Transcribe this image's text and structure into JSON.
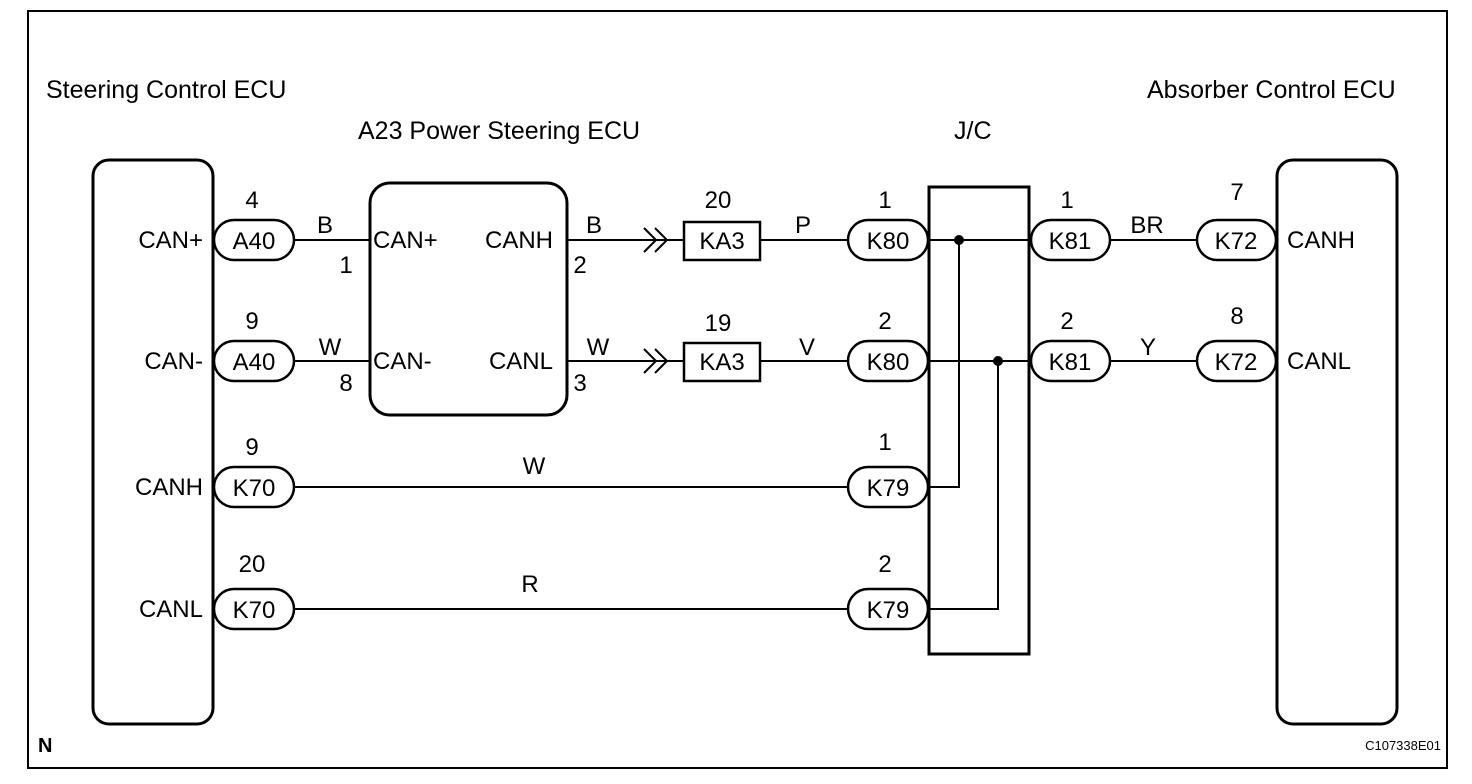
{
  "titles": {
    "steering_ecu": "Steering Control ECU",
    "power_steering_ecu": "A23 Power Steering ECU",
    "jc": "J/C",
    "absorber_ecu": "Absorber Control ECU"
  },
  "steering_pins": [
    "CAN+",
    "CAN-",
    "CANH",
    "CANL"
  ],
  "left_connectors": [
    {
      "pin": "4",
      "name": "A40"
    },
    {
      "pin": "9",
      "name": "A40"
    },
    {
      "pin": "9",
      "name": "K70"
    },
    {
      "pin": "20",
      "name": "K70"
    }
  ],
  "ps_ecu": {
    "pins_left": [
      "CAN+",
      "CAN-"
    ],
    "pins_right": [
      "CANH",
      "CANL"
    ],
    "pin_numbers_left": [
      "1",
      "8"
    ],
    "pin_numbers_right": [
      "2",
      "3"
    ]
  },
  "wire_colors": {
    "a40_1": "B",
    "a40_2": "W",
    "ps_out_1": "B",
    "ps_out_2": "W",
    "ka3_1": "P",
    "ka3_2": "V",
    "k70_1": "W",
    "k70_2": "R",
    "k81_1": "BR",
    "k81_2": "Y"
  },
  "ka3_connectors": [
    {
      "pin": "20",
      "name": "KA3"
    },
    {
      "pin": "19",
      "name": "KA3"
    }
  ],
  "k80_connectors": [
    {
      "pin": "1",
      "name": "K80"
    },
    {
      "pin": "2",
      "name": "K80"
    }
  ],
  "k79_connectors": [
    {
      "pin": "1",
      "name": "K79"
    },
    {
      "pin": "2",
      "name": "K79"
    }
  ],
  "k81_connectors": [
    {
      "pin": "1",
      "name": "K81"
    },
    {
      "pin": "2",
      "name": "K81"
    }
  ],
  "k72_connectors": [
    {
      "pin": "7",
      "name": "K72"
    },
    {
      "pin": "8",
      "name": "K72"
    }
  ],
  "absorber_pins": [
    "CANH",
    "CANL"
  ],
  "corner_letter": "N",
  "figure_code": "C107338E01"
}
